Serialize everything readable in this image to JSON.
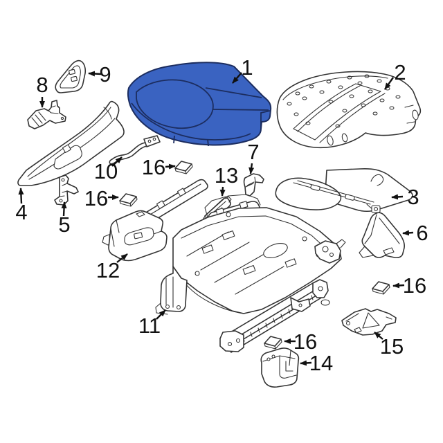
{
  "diagram": {
    "kind": "exploded-parts-diagram",
    "background_color": "#ffffff",
    "line_color": "#333333",
    "label_color": "#111111",
    "highlighted_part": {
      "label": "1",
      "fill": "#3a63c1",
      "stroke": "#1c2d5f"
    },
    "callouts": [
      {
        "label": "1"
      },
      {
        "label": "2"
      },
      {
        "label": "3"
      },
      {
        "label": "4"
      },
      {
        "label": "5"
      },
      {
        "label": "6"
      },
      {
        "label": "7"
      },
      {
        "label": "8"
      },
      {
        "label": "9"
      },
      {
        "label": "10"
      },
      {
        "label": "11"
      },
      {
        "label": "12"
      },
      {
        "label": "13"
      },
      {
        "label": "14"
      },
      {
        "label": "15"
      },
      {
        "label": "16"
      },
      {
        "label": "16"
      },
      {
        "label": "16"
      },
      {
        "label": "16"
      }
    ]
  }
}
